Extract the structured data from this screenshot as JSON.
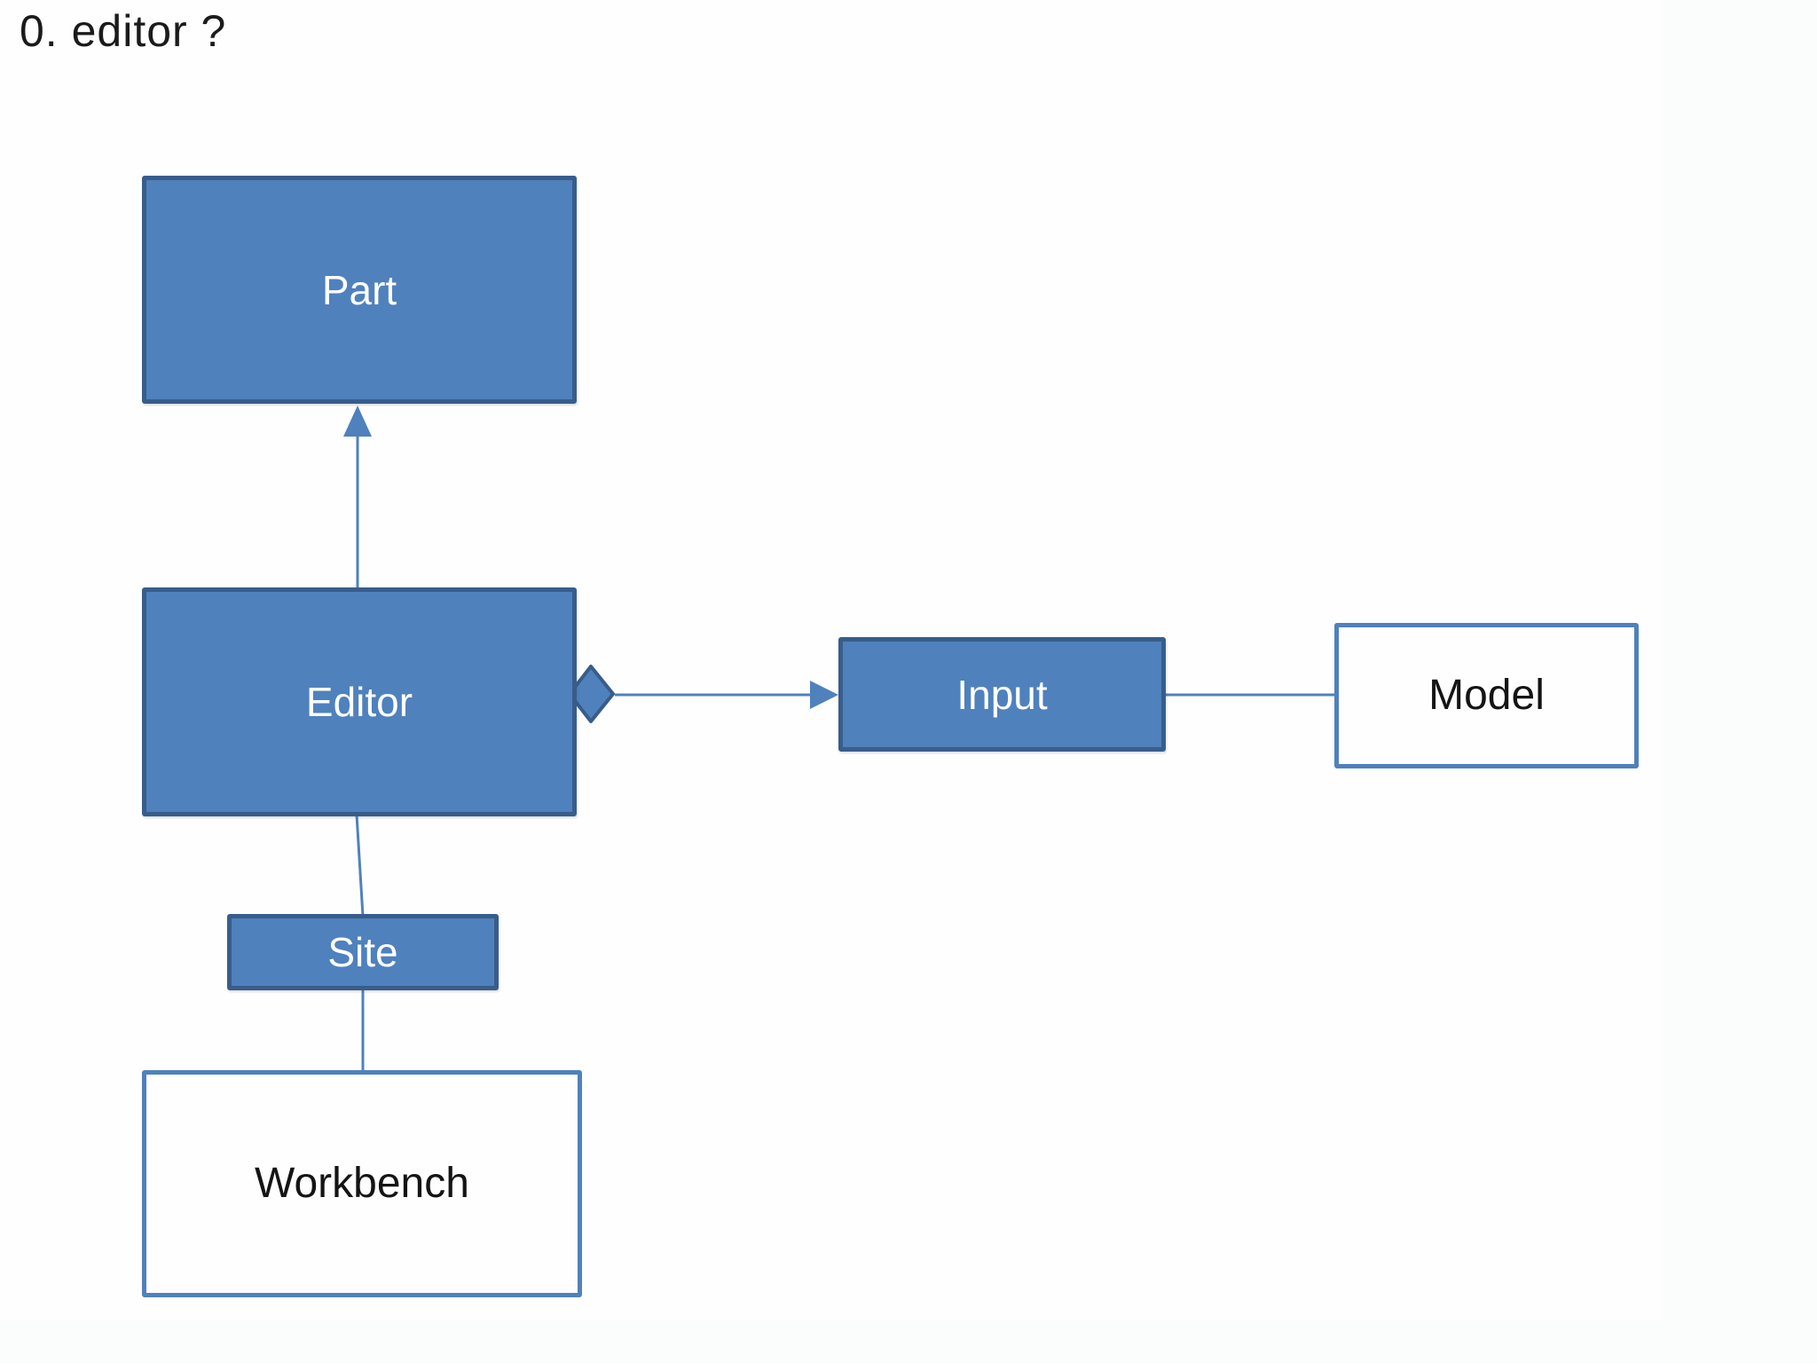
{
  "title": "0. editor ?",
  "colors": {
    "box_fill": "#4f81bd",
    "box_border_dark": "#385d8a",
    "outline_border": "#4f81bd",
    "connector": "#4f81bd",
    "title_color": "#1b1b1b"
  },
  "nodes": {
    "part": {
      "label": "Part",
      "style": "filled-blue"
    },
    "editor": {
      "label": "Editor",
      "style": "filled-blue"
    },
    "input": {
      "label": "Input",
      "style": "filled-blue"
    },
    "model": {
      "label": "Model",
      "style": "outline-white"
    },
    "site": {
      "label": "Site",
      "style": "filled-blue"
    },
    "workbench": {
      "label": "Workbench",
      "style": "outline-white"
    }
  },
  "edges": [
    {
      "from": "editor",
      "to": "part",
      "type": "arrow",
      "direction": "up"
    },
    {
      "from": "editor",
      "to": "input",
      "type": "diamond-source-arrow",
      "direction": "right"
    },
    {
      "from": "input",
      "to": "model",
      "type": "plain-line",
      "direction": "right"
    },
    {
      "from": "editor",
      "to": "site",
      "type": "plain-line",
      "direction": "down"
    },
    {
      "from": "site",
      "to": "workbench",
      "type": "plain-line",
      "direction": "down"
    }
  ]
}
